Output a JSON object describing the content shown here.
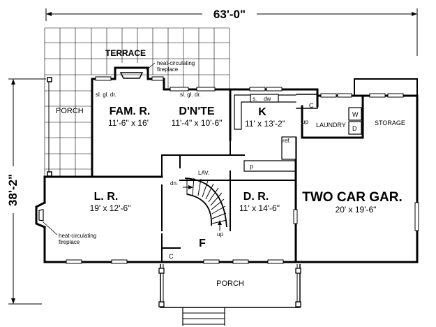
{
  "dimensions": {
    "overall_width": "63'-0\"",
    "overall_depth": "38'-2\""
  },
  "rooms": {
    "terrace": {
      "name": "TERRACE"
    },
    "porch_side": {
      "name": "PORCH"
    },
    "family_room": {
      "name": "FAM. R.",
      "size": "11'-6\" x 16'"
    },
    "dinette": {
      "name": "D'N'TE",
      "size": "11'-4\" x 10'-6\""
    },
    "kitchen": {
      "name": "K",
      "size": "11' x 13'-2\""
    },
    "laundry": {
      "name": "LAUNDRY"
    },
    "storage": {
      "name": "STORAGE"
    },
    "living_room": {
      "name": "L. R.",
      "size": "19' x 12'-6\""
    },
    "dining_room": {
      "name": "D. R.",
      "size": "11' x 14'-6\""
    },
    "garage": {
      "name": "TWO CAR GAR.",
      "size": "20' x 19'-6\""
    },
    "foyer": {
      "name": "F"
    },
    "lavatory": {
      "name": "LAV."
    },
    "porch_front": {
      "name": "PORCH"
    }
  },
  "notes": {
    "fireplace_top": [
      "heat-circulating",
      "fireplace"
    ],
    "fireplace_left": [
      "heat-circulating",
      "fireplace"
    ],
    "sliding_door_famr": "sl. gl. dr.",
    "sliding_door_dinette": "sl. gl. dr.",
    "kitchen_sink": "s.",
    "dishwasher": "dw",
    "closet_c1": "C",
    "closet_c2": "C",
    "up_kitchen": "up",
    "up_stair": "up",
    "down_stair": "dn.",
    "refrigerator": "ref.",
    "pantry": "p",
    "washer": "W",
    "dryer": "D"
  }
}
